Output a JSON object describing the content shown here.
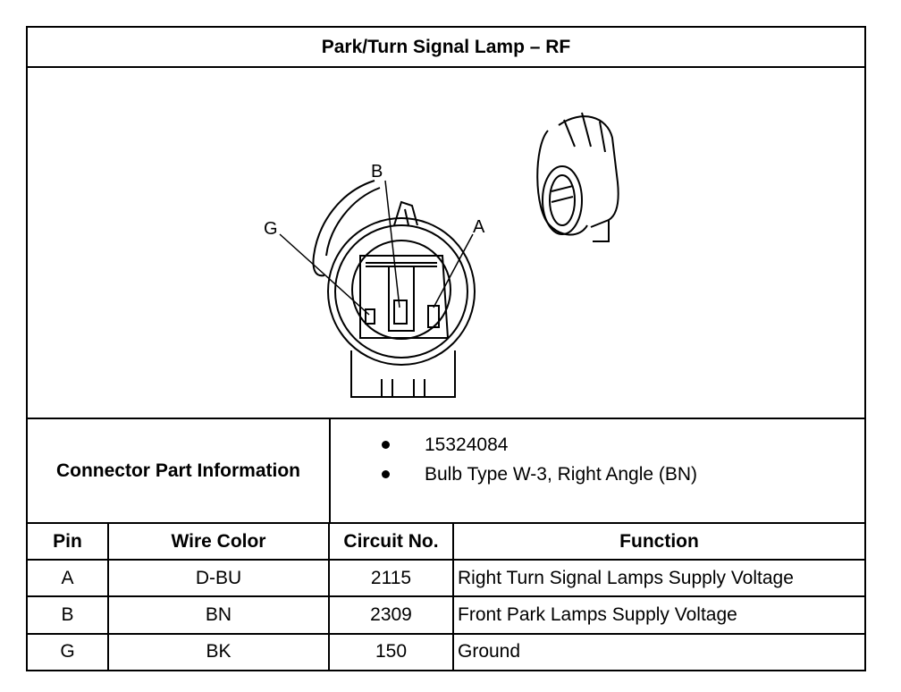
{
  "title": "Park/Turn Signal Lamp – RF",
  "diagram": {
    "pin_labels": {
      "b": "B",
      "g": "G",
      "a": "A"
    }
  },
  "connector_info": {
    "label": "Connector Part Information",
    "items": [
      "15324084",
      "Bulb Type W-3, Right Angle (BN)"
    ]
  },
  "pin_table": {
    "headers": {
      "pin": "Pin",
      "wire_color": "Wire Color",
      "circuit": "Circuit No.",
      "function": "Function"
    },
    "rows": [
      {
        "pin": "A",
        "wire_color": "D-BU",
        "circuit": "2115",
        "function": "Right Turn Signal Lamps Supply Voltage"
      },
      {
        "pin": "B",
        "wire_color": "BN",
        "circuit": "2309",
        "function": "Front Park Lamps Supply Voltage"
      },
      {
        "pin": "G",
        "wire_color": "BK",
        "circuit": "150",
        "function": "Ground"
      }
    ]
  }
}
